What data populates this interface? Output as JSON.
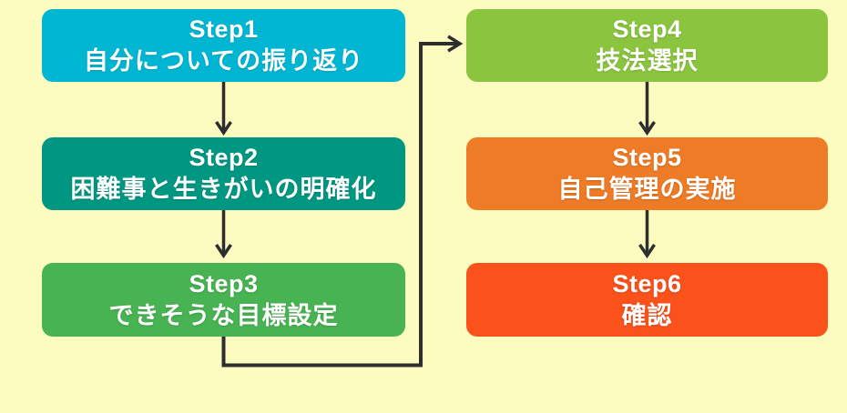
{
  "background_color": "#fcfcc0",
  "arrow_color": "#2e2e2e",
  "steps": [
    {
      "id": "step1",
      "title": "Step1",
      "subtitle": "自分についての振り返り",
      "color": "#00b6d2"
    },
    {
      "id": "step2",
      "title": "Step2",
      "subtitle": "困難事と生きがいの明確化",
      "color": "#009782"
    },
    {
      "id": "step3",
      "title": "Step3",
      "subtitle": "できそうな目標設定",
      "color": "#48b352"
    },
    {
      "id": "step4",
      "title": "Step4",
      "subtitle": "技法選択",
      "color": "#8bc53f"
    },
    {
      "id": "step5",
      "title": "Step5",
      "subtitle": "自己管理の実施",
      "color": "#ee7b26"
    },
    {
      "id": "step6",
      "title": "Step6",
      "subtitle": "確認",
      "color": "#fb521c"
    }
  ],
  "flow": [
    "step1→step2",
    "step2→step3",
    "step3→step4",
    "step4→step5",
    "step5→step6"
  ]
}
